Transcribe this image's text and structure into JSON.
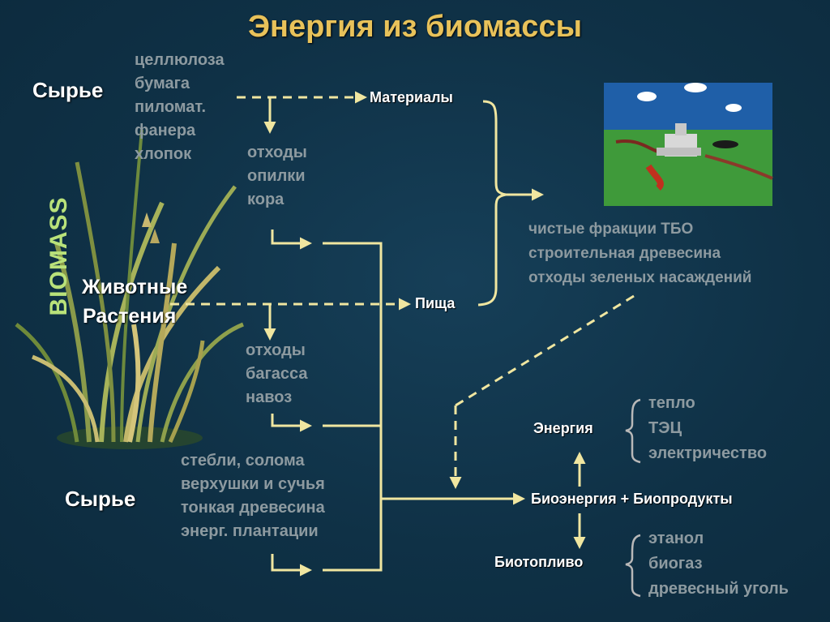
{
  "title": "Энергия из биомассы",
  "biomass_word": "BIOMASS",
  "raw_top": "Сырье",
  "raw_bottom": "Сырье",
  "animals": "Животные",
  "plants": "Растения",
  "materials_examples": [
    "целлюлоза",
    "бумага",
    "пиломат.",
    "фанера",
    "хлопок"
  ],
  "waste_group1": [
    "отходы",
    "опилки",
    "кора"
  ],
  "waste_group2": [
    "отходы",
    "багасса",
    "навоз"
  ],
  "field_residues": [
    "стебли, солома",
    "верхушки и сучья",
    "тонкая древесина",
    "энерг. плантации"
  ],
  "materials": "Материалы",
  "food": "Пища",
  "msw_fractions": [
    "чистые фракции ТБО",
    "строительная древесина",
    "отходы зеленых насаждений"
  ],
  "energy": "Энергия",
  "energy_outputs": [
    "тепло",
    "ТЭЦ",
    "электричество"
  ],
  "bio_products": "Биоэнергия + Биопродукты",
  "biofuel": "Биотопливо",
  "biofuel_outputs": [
    "этанол",
    "биогаз",
    "древесный уголь"
  ],
  "colors": {
    "title": "#e8c25a",
    "arrows": "#f0e6a0",
    "gray_text": "#8d9aa0",
    "biomass_word": "#b9e27a",
    "background": "#0f3146"
  }
}
